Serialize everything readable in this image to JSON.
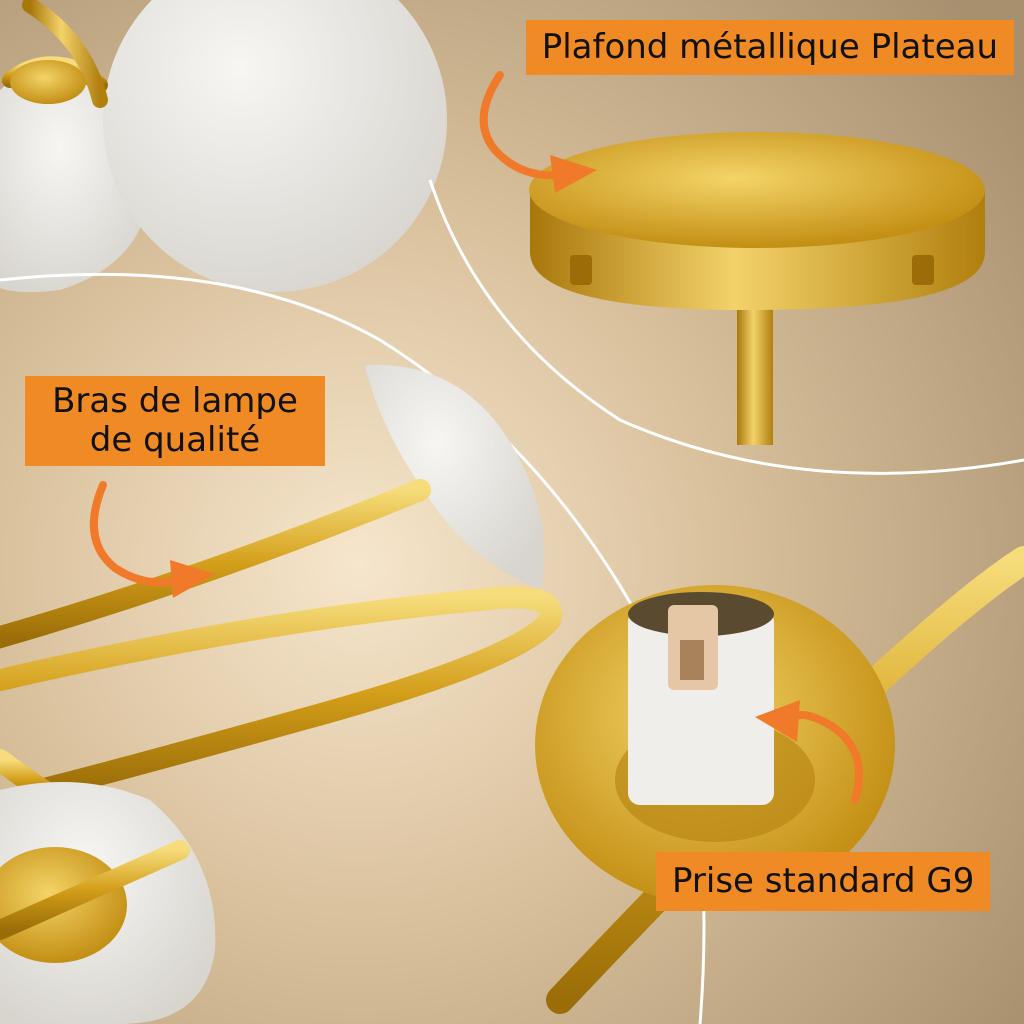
{
  "callouts": {
    "ceiling_plate": "Plafond métallique Plateau",
    "lamp_arm_line1": "Bras de lampe",
    "lamp_arm_line2": "de qualité",
    "socket": "Prise standard G9"
  },
  "colors": {
    "label_background": "#f08a24",
    "arrow": "#f07a2a",
    "gold": "#d8a41e",
    "shade_white": "#ebe9e4",
    "background_beige": "#cfb38e"
  }
}
